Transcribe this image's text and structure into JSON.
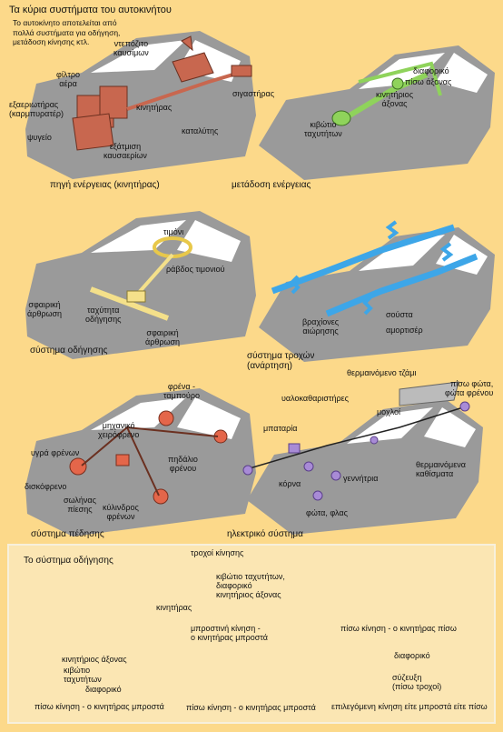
{
  "header": {
    "title": "Τα κύρια συστήματα του αυτοκινήτου",
    "intro": [
      "Το αυτοκίνητο αποτελείται από",
      "πολλά συστήματα για οδήγηση,",
      "μετάδοση κίνησης κτλ."
    ]
  },
  "engine": {
    "caption": "πηγή ενέργειας (κινητήρας)",
    "labels": {
      "tank": [
        "ντεπόζιτο",
        "καυσίμων"
      ],
      "filter": [
        "φίλτρο",
        "αέρα"
      ],
      "carb": [
        "εξαεριωτήρας",
        "(καρμπυρατέρ)"
      ],
      "engine": "κινητήρας",
      "radiator": "ψυγείο",
      "exhaust": [
        "εξάτμιση",
        "καυσαερίων"
      ],
      "catalyst": "καταλύτης",
      "muffler": "σιγαστήρας"
    }
  },
  "transmission": {
    "caption": "μετάδοση ενέργειας",
    "labels": {
      "diff": "διαφορικό",
      "rear_axle": "πίσω άξονας",
      "drive_shaft": [
        "κινητήριος",
        "άξονας"
      ],
      "gearbox": [
        "κιβώτιο",
        "ταχυτήτων"
      ]
    }
  },
  "steering": {
    "caption": "σύστημα οδήγησης",
    "labels": {
      "wheel": "τιμόνι",
      "rod": "ράβδος τιμονιού",
      "ball1": [
        "σφαιρική",
        "άρθρωση"
      ],
      "box": [
        "ταχύτητα",
        "οδήγησης"
      ],
      "ball2": [
        "σφαιρική",
        "άρθρωση"
      ]
    }
  },
  "suspension": {
    "caption": [
      "σύστημα τροχών",
      "(ανάρτηση)"
    ],
    "labels": {
      "arms": [
        "βραχίονες",
        "αιώρησης"
      ],
      "spring": "σούστα",
      "shock": "αμορτισέρ"
    }
  },
  "brakes": {
    "caption": "σύστημα πέδησης",
    "labels": {
      "drum": [
        "φρένα -",
        "ταμπούρο"
      ],
      "handbrake": [
        "μηχανικό",
        "χειρόφρενο"
      ],
      "fluid": "υγρά φρένων",
      "pedal": [
        "πηδάλιο",
        "φρένου"
      ],
      "disc": "δισκόφρενο",
      "tube": [
        "σωλήνας",
        "πίεσης"
      ],
      "cylinder": [
        "κύλινδρος",
        "φρένων"
      ]
    }
  },
  "electric": {
    "caption": "ηλεκτρικό σύστημα",
    "labels": {
      "glass": "θερμαινόμενο τζάμι",
      "rear_lights": [
        "πίσω φώτα,",
        "φώτα φρένου"
      ],
      "wipers": "υαλοκαθαριστήρες",
      "levers": "μοχλοί",
      "battery": "μπαταρία",
      "seats": [
        "θερμαινόμενα",
        "καθίσματα"
      ],
      "horn": "κόρνα",
      "generator": "γεννήτρια",
      "lights": "φώτα, φλας"
    }
  },
  "drive_panel": {
    "title": "Το σύστημα οδήγησης",
    "labels": {
      "wheels": "τροχοί κίνησης",
      "gearbox_diff": [
        "κιβώτιο ταχυτήτων,",
        "διαφορικό",
        "κινητήριος άξονας"
      ],
      "engine": "κινητήρας",
      "shaft": "κινητήριος άξονας",
      "gearbox": [
        "κιβώτιο",
        "ταχυτήτων"
      ],
      "diff": "διαφορικό",
      "diff2": "διαφορικό",
      "coupling": [
        "σύζευξη",
        "(πίσω τροχοί)"
      ]
    },
    "captions": [
      [
        "μπροστινή κίνηση -",
        "ο κινητήρας μπροστά"
      ],
      "πίσω κίνηση - ο κινητήρας πίσω",
      "πίσω κίνηση - ο κινητήρας μπροστά",
      "πίσω κίνηση - ο κινητήρας μπροστά",
      "επιλεγόμενη κίνηση είτε μπροστά είτε πίσω"
    ]
  },
  "colors": {
    "background": "#fcd98a",
    "car_body": "#9a9a9a",
    "window": "#ffffff",
    "engine_part": "#c8674f",
    "transmission_part": "#8fd35b",
    "steering_part": "#f4e08a",
    "suspension_part": "#3da6e8",
    "brake_part": "#e4664a",
    "electric_part": "#a88bd6"
  }
}
